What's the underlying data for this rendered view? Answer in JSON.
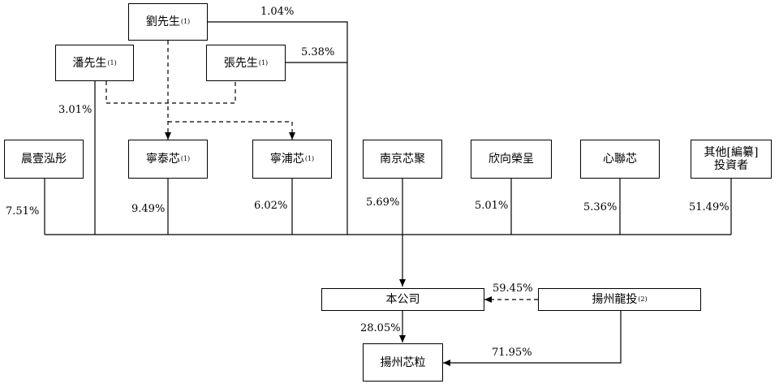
{
  "entities": {
    "liu": {
      "name": "劉先生",
      "note": "(1)"
    },
    "pan": {
      "name": "潘先生",
      "note": "(1)"
    },
    "zhang": {
      "name": "張先生",
      "note": "(1)"
    },
    "chenyi": {
      "name": "晨壹泓彤"
    },
    "ningtai": {
      "name": "寧泰芯",
      "note": "(1)"
    },
    "ningpu": {
      "name": "寧浦芯",
      "note": "(1)"
    },
    "nanjing": {
      "name": "南京芯聚"
    },
    "xinxiang": {
      "name": "欣向榮呈"
    },
    "xinlian": {
      "name": "心聯芯"
    },
    "others": {
      "line1": "其他[編纂]",
      "line2": "投資者"
    },
    "company": {
      "name": "本公司"
    },
    "yzlt": {
      "name": "揚州龍投",
      "note": "(2)"
    },
    "yzxl": {
      "name": "揚州芯粒"
    }
  },
  "percentages": {
    "liu_direct": "1.04%",
    "zhang_direct": "5.38%",
    "pan_direct": "3.01%",
    "chenyi": "7.51%",
    "ningtai": "9.49%",
    "ningpu": "6.02%",
    "nanjing": "5.69%",
    "xinxiang": "5.01%",
    "xinlian": "5.36%",
    "others": "51.49%",
    "yzlt_company": "59.45%",
    "company_yzxl": "28.05%",
    "yzlt_yzxl": "71.95%"
  }
}
